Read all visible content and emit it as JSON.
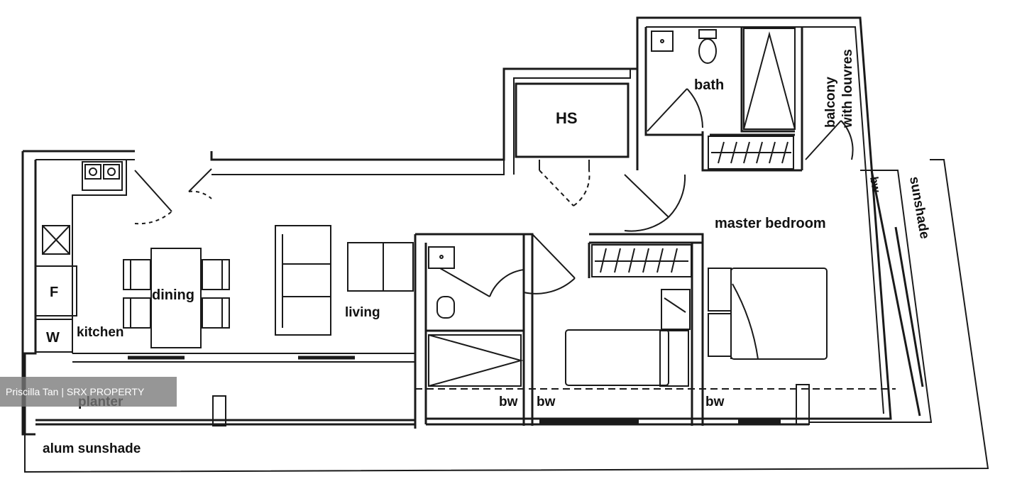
{
  "rooms": {
    "kitchen": "kitchen",
    "dining": "dining",
    "living": "living",
    "hs": "HS",
    "bath": "bath",
    "balcony_line1": "balcony",
    "balcony_line2": "with louvres",
    "master_bedroom": "master bedroom",
    "sunshade": "sunshade",
    "planter": "planter",
    "alum_sunshade": "alum sunshade"
  },
  "fixtures": {
    "fridge": "F",
    "washer": "W",
    "bw_1": "bw",
    "bw_2": "bw",
    "bw_3": "bw",
    "bw_4": "bw"
  },
  "watermark": "Priscilla Tan | SRX PROPERTY",
  "colors": {
    "line": "#1a1a1a",
    "background": "#ffffff",
    "watermark_bg": "#787878"
  }
}
